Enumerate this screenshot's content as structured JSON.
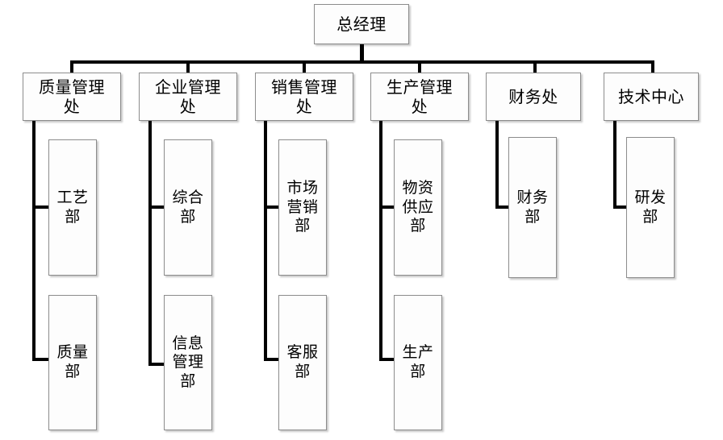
{
  "chart": {
    "type": "org-chart",
    "title": "",
    "root": {
      "id": "general-manager",
      "label": "总经理"
    },
    "divisions": [
      {
        "id": "quality-management-division",
        "label": "质量管理\n处",
        "departments": [
          {
            "id": "process-department",
            "label": "工艺\n部"
          },
          {
            "id": "quality-department",
            "label": "质量\n部"
          }
        ]
      },
      {
        "id": "enterprise-management-division",
        "label": "企业管理\n处",
        "departments": [
          {
            "id": "general-affairs-department",
            "label": "综合\n部"
          },
          {
            "id": "information-management-department",
            "label": "信息\n管理\n部"
          }
        ]
      },
      {
        "id": "sales-management-division",
        "label": "销售管理\n处",
        "departments": [
          {
            "id": "marketing-department",
            "label": "市场\n营销\n部"
          },
          {
            "id": "customer-service-department",
            "label": "客服\n部"
          }
        ]
      },
      {
        "id": "production-management-division",
        "label": "生产管理\n处",
        "departments": [
          {
            "id": "material-supply-department",
            "label": "物资\n供应\n部"
          },
          {
            "id": "production-department",
            "label": "生产\n部"
          }
        ]
      },
      {
        "id": "finance-division",
        "label": "财务处",
        "departments": [
          {
            "id": "finance-department",
            "label": "财务\n部"
          }
        ]
      },
      {
        "id": "technology-center",
        "label": "技术中心",
        "departments": [
          {
            "id": "research-development-department",
            "label": "研发\n部"
          }
        ]
      }
    ],
    "colors": {
      "background": "#ffffff",
      "box_fill": "#fdfdfd",
      "box_border": "#8c8c8c",
      "connector": "#000000",
      "text": "#000000"
    }
  }
}
